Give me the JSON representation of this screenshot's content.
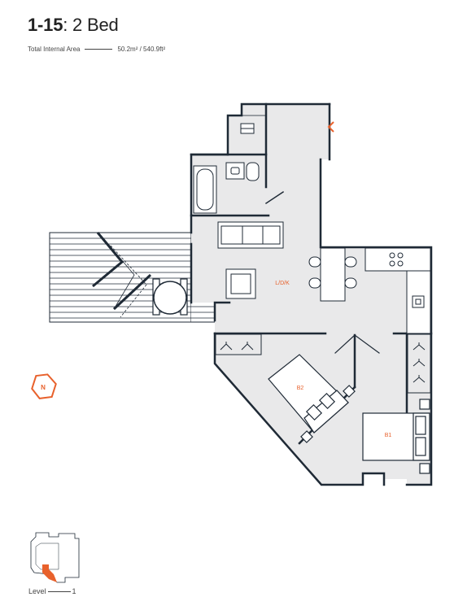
{
  "header": {
    "unit_id": "1-15",
    "unit_type": ": 2 Bed",
    "area_label": "Total Internal Area",
    "area_value": "50.2m² / 540.9ft²"
  },
  "rooms": {
    "living": "L/D/K",
    "bed2": "B2",
    "bed1": "B1"
  },
  "compass": {
    "label": "N"
  },
  "level": {
    "label": "Level",
    "value": "1"
  },
  "colors": {
    "floor": "#e9e9ea",
    "wall": "#1f2a36",
    "accent": "#e8612c"
  }
}
